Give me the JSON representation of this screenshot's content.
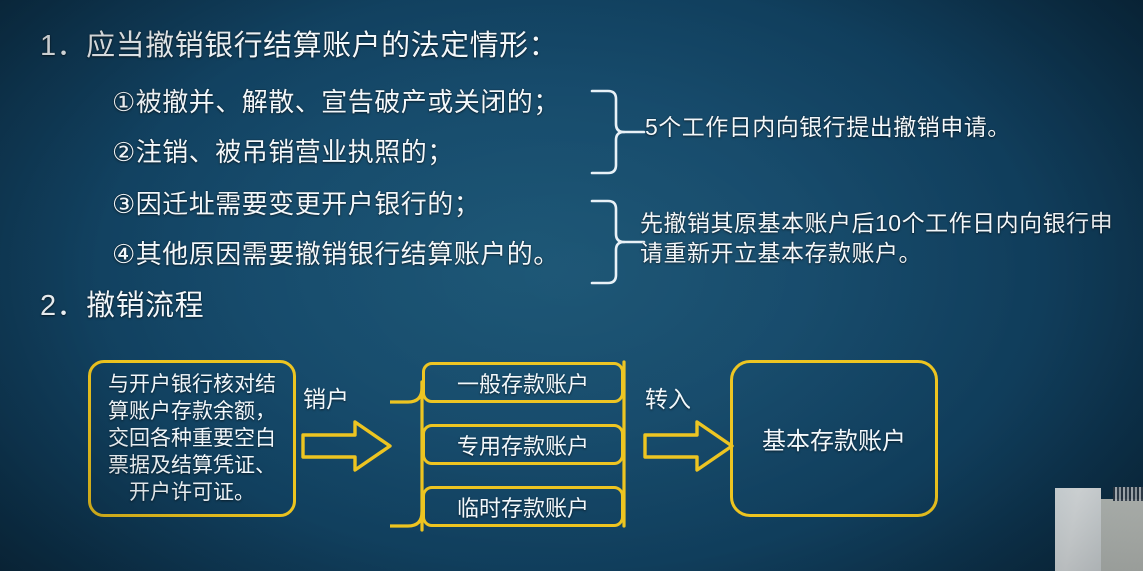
{
  "theme": {
    "background_dark": "#0a2a41",
    "background_mid": "#14496a",
    "text_color": "#f2f8fc",
    "accent_yellow": "#edc41f",
    "brace_color": "#e8f1f7"
  },
  "section_1": {
    "heading": "1．应当撤销银行结算账户的法定情形：",
    "items": [
      {
        "marker": "①",
        "text": "①被撤并、解散、宣告破产或关闭的；"
      },
      {
        "marker": "②",
        "text": "②注销、被吊销营业执照的；"
      },
      {
        "marker": "③",
        "text": "③因迁址需要变更开户银行的；"
      },
      {
        "marker": "④",
        "text": "④其他原因需要撤销银行结算账户的。"
      }
    ],
    "notes": [
      {
        "id": "note-1",
        "text": "5个工作日内向银行提出撤销申请。",
        "applies_to": [
          "①",
          "②"
        ]
      },
      {
        "id": "note-2",
        "text": "先撤销其原基本账户后10个工作日内向银行申请重新开立基本存款账户。",
        "applies_to": [
          "③",
          "④"
        ]
      }
    ]
  },
  "section_2": {
    "heading": "2．撤销流程",
    "flow": {
      "source_box": "与开户银行核对结算账户存款余额，交回各种重要空白票据及结算凭证、开户许可证。",
      "arrow_1_label": "销户",
      "account_types": [
        "一般存款账户",
        "专用存款账户",
        "临时存款账户"
      ],
      "arrow_2_label": "转入",
      "target_box": "基本存款账户"
    }
  }
}
